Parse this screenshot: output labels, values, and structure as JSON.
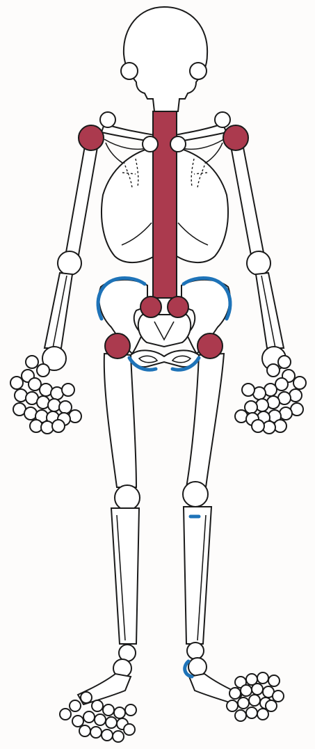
{
  "diagram": {
    "colors": {
      "background": "#fdfcfb",
      "outline": "#1a1a1a",
      "bone_fill": "#ffffff",
      "highlight_involved": "#ab3a4e",
      "highlight_enthesis": "#1e73b8"
    },
    "highlighted_regions": {
      "red": [
        "spine",
        "sacroiliac-joints",
        "shoulders",
        "hips"
      ],
      "blue": [
        "iliac-crests",
        "ischial-region",
        "tibial-tuberosity",
        "heel"
      ]
    }
  }
}
